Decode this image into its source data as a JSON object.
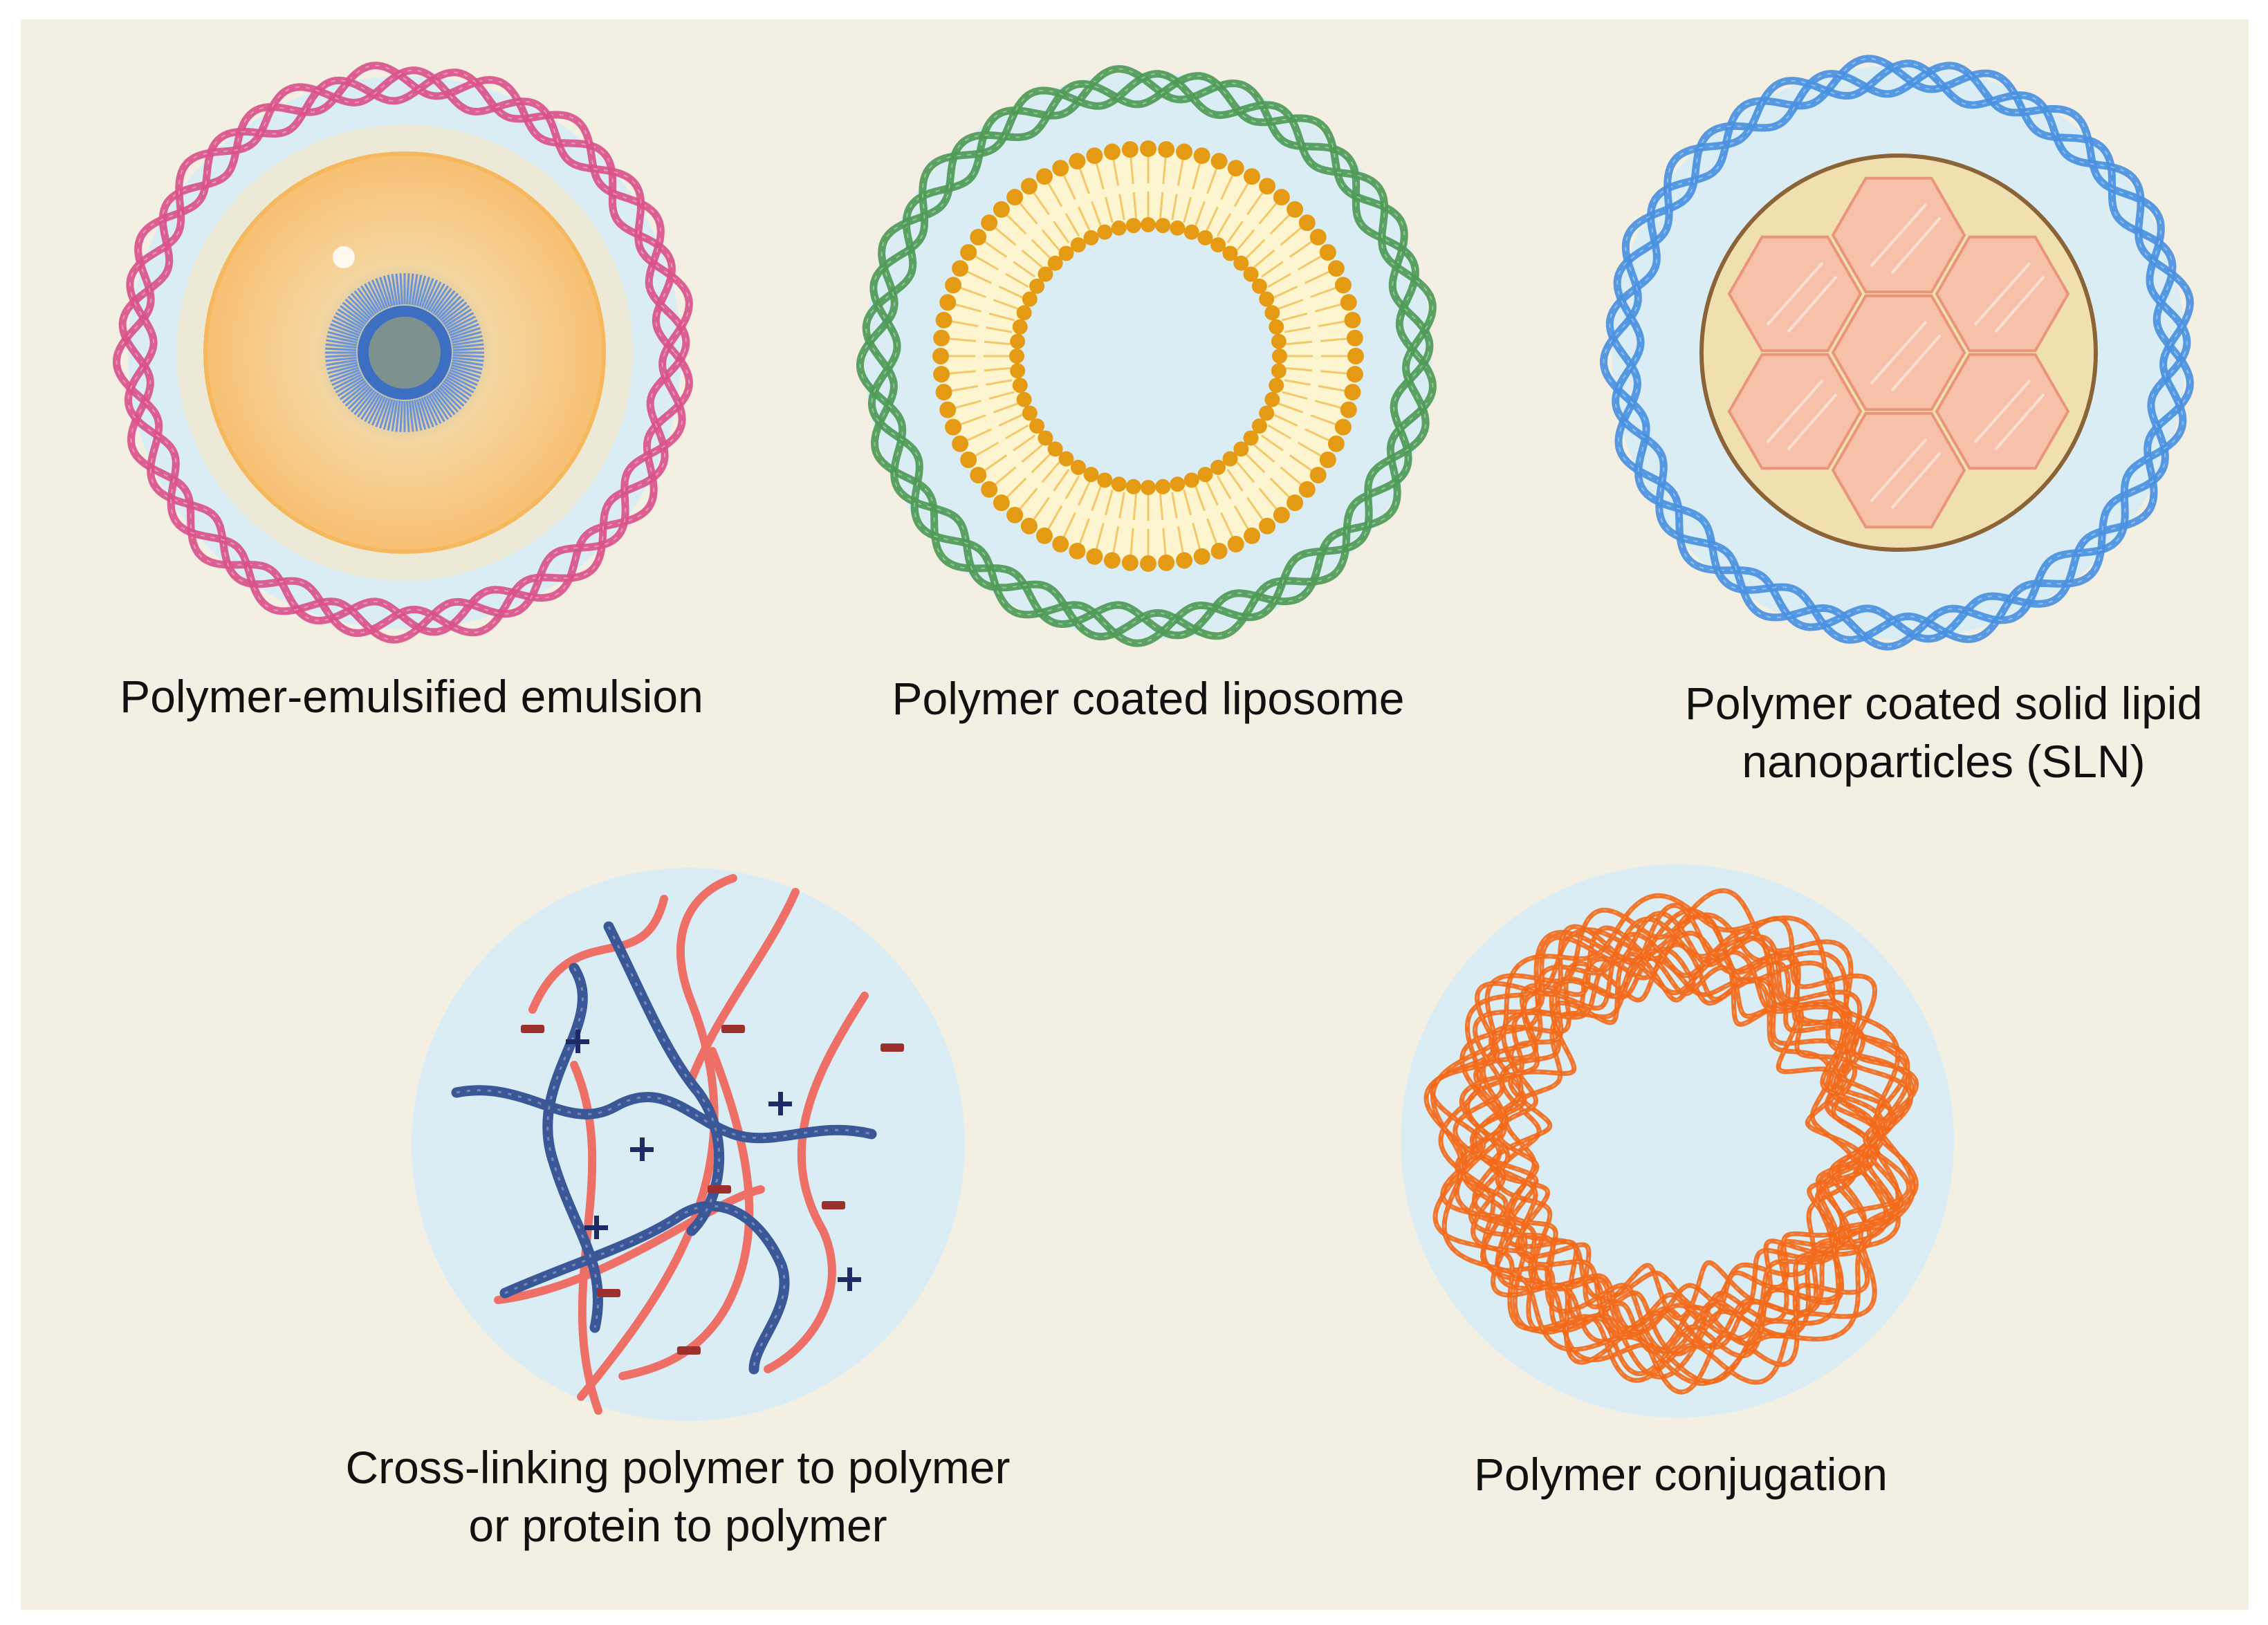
{
  "colors": {
    "background": "#f4efe3",
    "halo": "#daedf4",
    "emulsion_strand": "#d9528a",
    "liposome_strand": "#4e9a56",
    "sln_strand": "#4a90e0",
    "lipid_head": "#e59a14",
    "hexagon": "#f7c0a8",
    "polymer_blue": "#3a5797",
    "polymer_red": "#ee6f66",
    "conjugation_strand": "#f26a1b",
    "charge_negative": "#9e2f2f",
    "charge_positive": "#1e2a66"
  },
  "panels": [
    {
      "id": "emulsion",
      "name": "polymer-emulsified-emulsion",
      "title_lines": [
        "Polymer-emulsified emulsion"
      ],
      "icons": [
        "twisted-polymer-strand-icon",
        "oil-droplet-icon",
        "surfactant-micelle-icon"
      ]
    },
    {
      "id": "liposome",
      "name": "polymer-coated-liposome",
      "title_lines": [
        "Polymer coated liposome"
      ],
      "icons": [
        "twisted-polymer-strand-icon",
        "lipid-bilayer-icon"
      ]
    },
    {
      "id": "sln",
      "name": "polymer-coated-sln",
      "title_lines": [
        "Polymer coated solid lipid",
        "nanoparticles (SLN)"
      ],
      "icons": [
        "twisted-polymer-strand-icon",
        "solid-lipid-core-icon",
        "hexagon-crystal-icon"
      ]
    },
    {
      "id": "crosslink",
      "name": "cross-linking-polymer",
      "title_lines": [
        "Cross-linking polymer to polymer",
        "or protein to polymer"
      ],
      "icons": [
        "polycation-chain-icon",
        "polyanion-chain-icon",
        "positive-charge-icon",
        "negative-charge-icon"
      ]
    },
    {
      "id": "conjugation",
      "name": "polymer-conjugation",
      "title_lines": [
        "Polymer conjugation"
      ],
      "icons": [
        "tangled-polymer-ring-icon"
      ]
    }
  ]
}
